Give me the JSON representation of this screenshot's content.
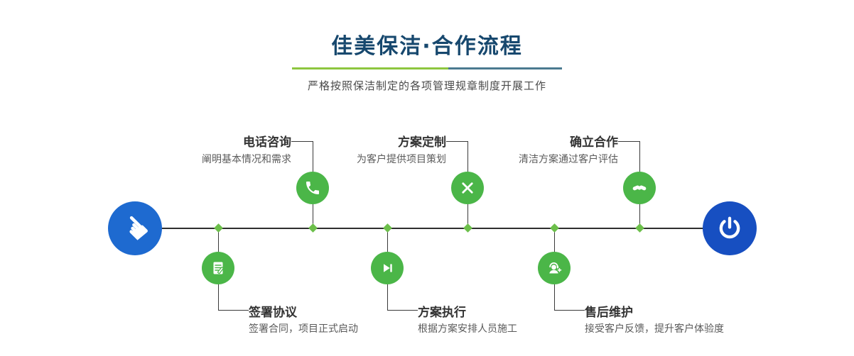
{
  "header": {
    "title": "佳美保洁·合作流程",
    "subtitle": "严格按照保洁制定的各项管理规章制度开展工作"
  },
  "steps": [
    {
      "title": "电话咨询",
      "desc": "阐明基本情况和需求",
      "icon": "phone-icon",
      "placement": "top"
    },
    {
      "title": "方案定制",
      "desc": "为客户提供项目策划",
      "icon": "design-tools-icon",
      "placement": "top"
    },
    {
      "title": "确立合作",
      "desc": "清洁方案通过客户评估",
      "icon": "handshake-icon",
      "placement": "top"
    },
    {
      "title": "签署协议",
      "desc": "签署合同，项目正式启动",
      "icon": "contract-icon",
      "placement": "bottom"
    },
    {
      "title": "方案执行",
      "desc": "根据方案安排人员施工",
      "icon": "play-icon",
      "placement": "bottom"
    },
    {
      "title": "售后维护",
      "desc": "接受客户反馈，提升客户体验度",
      "icon": "headset-icon",
      "placement": "bottom"
    }
  ],
  "endpoints": {
    "start": {
      "icon": "hand-pointer-icon"
    },
    "end": {
      "icon": "power-icon"
    }
  },
  "colors": {
    "title_blue": "#17486e",
    "accent_green": "#4bb648",
    "diamond_green": "#6cbf4a",
    "start_blue": "#1e6ad0",
    "end_blue": "#174fc1",
    "underline_green": "#8dc63f",
    "underline_slate": "#4b7a90"
  }
}
